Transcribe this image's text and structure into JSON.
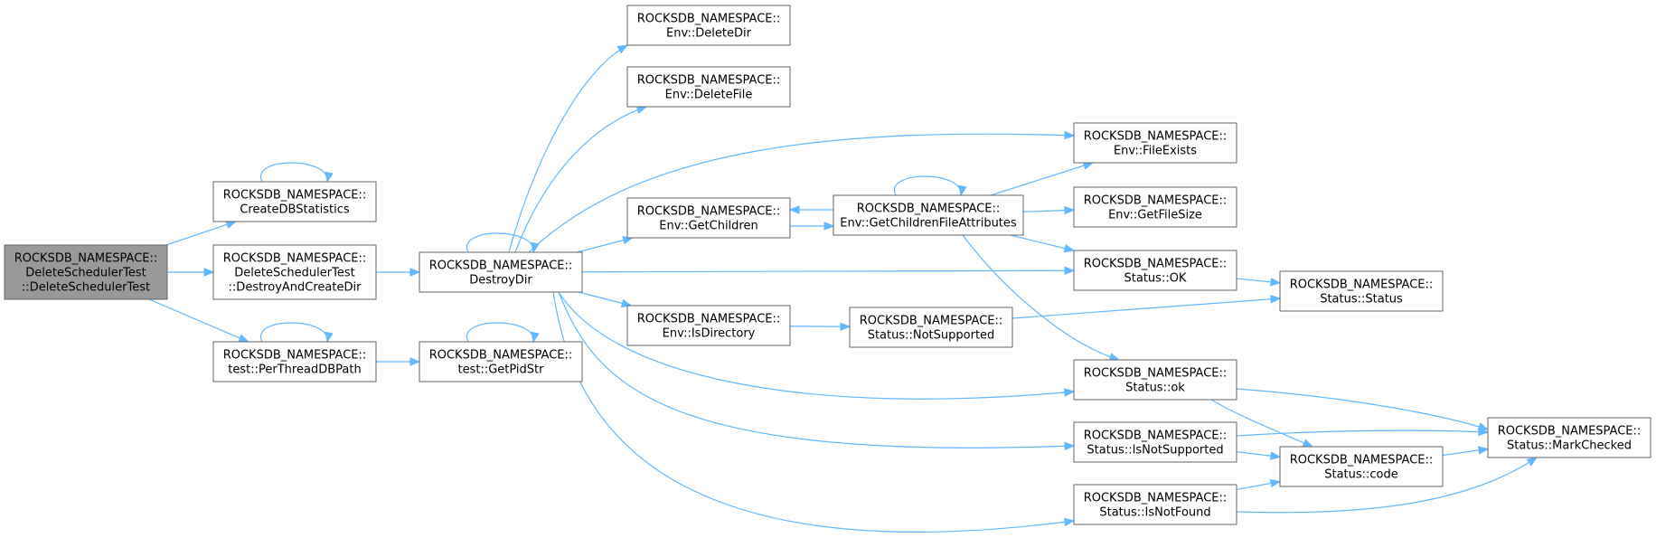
{
  "graph": {
    "nodes": [
      {
        "id": "root",
        "lines": [
          "ROCKSDB_NAMESPACE::",
          "DeleteSchedulerTest",
          "::DeleteSchedulerTest"
        ],
        "highlighted": true
      },
      {
        "id": "createdbstats",
        "lines": [
          "ROCKSDB_NAMESPACE::",
          "CreateDBStatistics"
        ]
      },
      {
        "id": "destroyandcreate",
        "lines": [
          "ROCKSDB_NAMESPACE::",
          "DeleteSchedulerTest",
          "::DestroyAndCreateDir"
        ]
      },
      {
        "id": "perthread",
        "lines": [
          "ROCKSDB_NAMESPACE::",
          "test::PerThreadDBPath"
        ]
      },
      {
        "id": "destroydir",
        "lines": [
          "ROCKSDB_NAMESPACE::",
          "DestroyDir"
        ]
      },
      {
        "id": "getpidstr",
        "lines": [
          "ROCKSDB_NAMESPACE::",
          "test::GetPidStr"
        ]
      },
      {
        "id": "deletedir",
        "lines": [
          "ROCKSDB_NAMESPACE::",
          "Env::DeleteDir"
        ]
      },
      {
        "id": "deletefile",
        "lines": [
          "ROCKSDB_NAMESPACE::",
          "Env::DeleteFile"
        ]
      },
      {
        "id": "getchildren",
        "lines": [
          "ROCKSDB_NAMESPACE::",
          "Env::GetChildren"
        ]
      },
      {
        "id": "isdirectory",
        "lines": [
          "ROCKSDB_NAMESPACE::",
          "Env::IsDirectory"
        ]
      },
      {
        "id": "getchildrenattr",
        "lines": [
          "ROCKSDB_NAMESPACE::",
          "Env::GetChildrenFileAttributes"
        ]
      },
      {
        "id": "notsupported",
        "lines": [
          "ROCKSDB_NAMESPACE::",
          "Status::NotSupported"
        ]
      },
      {
        "id": "fileexists",
        "lines": [
          "ROCKSDB_NAMESPACE::",
          "Env::FileExists"
        ]
      },
      {
        "id": "getfilesize",
        "lines": [
          "ROCKSDB_NAMESPACE::",
          "Env::GetFileSize"
        ]
      },
      {
        "id": "statusOK",
        "lines": [
          "ROCKSDB_NAMESPACE::",
          "Status::OK"
        ]
      },
      {
        "id": "statusok",
        "lines": [
          "ROCKSDB_NAMESPACE::",
          "Status::ok"
        ]
      },
      {
        "id": "isnotsupported",
        "lines": [
          "ROCKSDB_NAMESPACE::",
          "Status::IsNotSupported"
        ]
      },
      {
        "id": "isnotfound",
        "lines": [
          "ROCKSDB_NAMESPACE::",
          "Status::IsNotFound"
        ]
      },
      {
        "id": "statusctor",
        "lines": [
          "ROCKSDB_NAMESPACE::",
          "Status::Status"
        ]
      },
      {
        "id": "code",
        "lines": [
          "ROCKSDB_NAMESPACE::",
          "Status::code"
        ]
      },
      {
        "id": "markchecked",
        "lines": [
          "ROCKSDB_NAMESPACE::",
          "Status::MarkChecked"
        ]
      }
    ],
    "edges": [
      {
        "from": "root",
        "to": "createdbstats"
      },
      {
        "from": "root",
        "to": "destroyandcreate"
      },
      {
        "from": "root",
        "to": "perthread"
      },
      {
        "from": "createdbstats",
        "to": "createdbstats"
      },
      {
        "from": "destroyandcreate",
        "to": "destroydir"
      },
      {
        "from": "perthread",
        "to": "perthread"
      },
      {
        "from": "perthread",
        "to": "getpidstr"
      },
      {
        "from": "getpidstr",
        "to": "getpidstr"
      },
      {
        "from": "destroydir",
        "to": "destroydir"
      },
      {
        "from": "destroydir",
        "to": "deletedir"
      },
      {
        "from": "destroydir",
        "to": "deletefile"
      },
      {
        "from": "destroydir",
        "to": "fileexists"
      },
      {
        "from": "destroydir",
        "to": "getchildren"
      },
      {
        "from": "destroydir",
        "to": "statusOK"
      },
      {
        "from": "destroydir",
        "to": "isdirectory"
      },
      {
        "from": "destroydir",
        "to": "statusok"
      },
      {
        "from": "destroydir",
        "to": "isnotsupported"
      },
      {
        "from": "destroydir",
        "to": "isnotfound"
      },
      {
        "from": "getchildren",
        "to": "getchildrenattr"
      },
      {
        "from": "getchildrenattr",
        "to": "getchildren"
      },
      {
        "from": "getchildrenattr",
        "to": "getchildrenattr"
      },
      {
        "from": "getchildrenattr",
        "to": "fileexists"
      },
      {
        "from": "getchildrenattr",
        "to": "getfilesize"
      },
      {
        "from": "getchildrenattr",
        "to": "statusOK"
      },
      {
        "from": "getchildrenattr",
        "to": "statusok"
      },
      {
        "from": "isdirectory",
        "to": "notsupported"
      },
      {
        "from": "notsupported",
        "to": "statusctor"
      },
      {
        "from": "statusOK",
        "to": "statusctor"
      },
      {
        "from": "statusok",
        "to": "markchecked"
      },
      {
        "from": "statusok",
        "to": "code"
      },
      {
        "from": "isnotsupported",
        "to": "markchecked"
      },
      {
        "from": "isnotsupported",
        "to": "code"
      },
      {
        "from": "isnotfound",
        "to": "code"
      },
      {
        "from": "isnotfound",
        "to": "markchecked"
      },
      {
        "from": "code",
        "to": "markchecked"
      }
    ]
  }
}
